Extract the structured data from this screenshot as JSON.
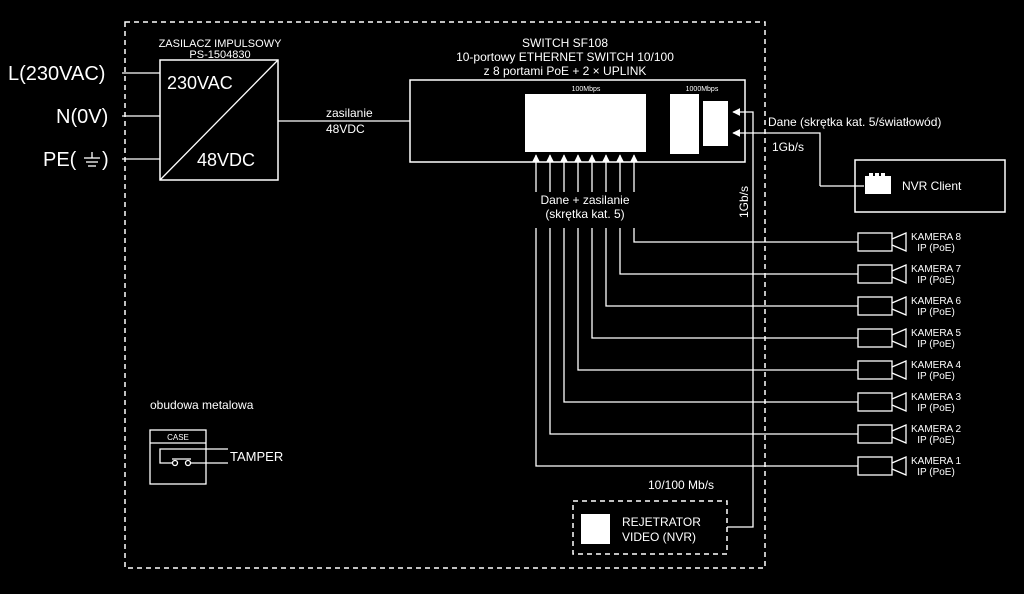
{
  "inputs": {
    "l_label": "L(230VAC)",
    "n_label": "N(0V)",
    "pe_label": "PE("
  },
  "psu": {
    "title_line1": "ZASILACZ IMPULSOWY",
    "title_line2": "PS-1504830",
    "in_label": "230VAC",
    "out_label": "48VDC"
  },
  "power_link": {
    "label_line1": "zasilanie",
    "label_line2": "48VDC"
  },
  "switch": {
    "title_line1": "SWITCH SF108",
    "title_line2": "10-portowy  ETHERNET SWITCH 10/100",
    "title_line3": "z 8 portami PoE + 2 × UPLINK",
    "ports_100_label": "100Mbps",
    "ports_1000_label": "1000Mbps",
    "downlink_line1": "Dane + zasilanie",
    "downlink_line2": "(skrętka kat. 5)"
  },
  "uplink": {
    "data_label": "Dane (skrętka kat. 5/światłowód)",
    "speed_label": "1Gb/s",
    "nvr_speed_label": "1Gb/s"
  },
  "nvr_client": {
    "label": "NVR Client"
  },
  "cameras": [
    {
      "name": "KAMERA 8",
      "type": "IP (PoE)"
    },
    {
      "name": "KAMERA 7",
      "type": "IP (PoE)"
    },
    {
      "name": "KAMERA 6",
      "type": "IP (PoE)"
    },
    {
      "name": "KAMERA 5",
      "type": "IP (PoE)"
    },
    {
      "name": "KAMERA 4",
      "type": "IP (PoE)"
    },
    {
      "name": "KAMERA 3",
      "type": "IP (PoE)"
    },
    {
      "name": "KAMERA 2",
      "type": "IP (PoE)"
    },
    {
      "name": "KAMERA 1",
      "type": "IP (PoE)"
    }
  ],
  "camera_speed_label": "10/100 Mb/s",
  "enclosure": {
    "label": "obudowa metalowa",
    "case_label": "CASE",
    "tamper_label": "TAMPER"
  },
  "recorder": {
    "label_line1": "REJETRATOR",
    "label_line2": "VIDEO (NVR)"
  }
}
